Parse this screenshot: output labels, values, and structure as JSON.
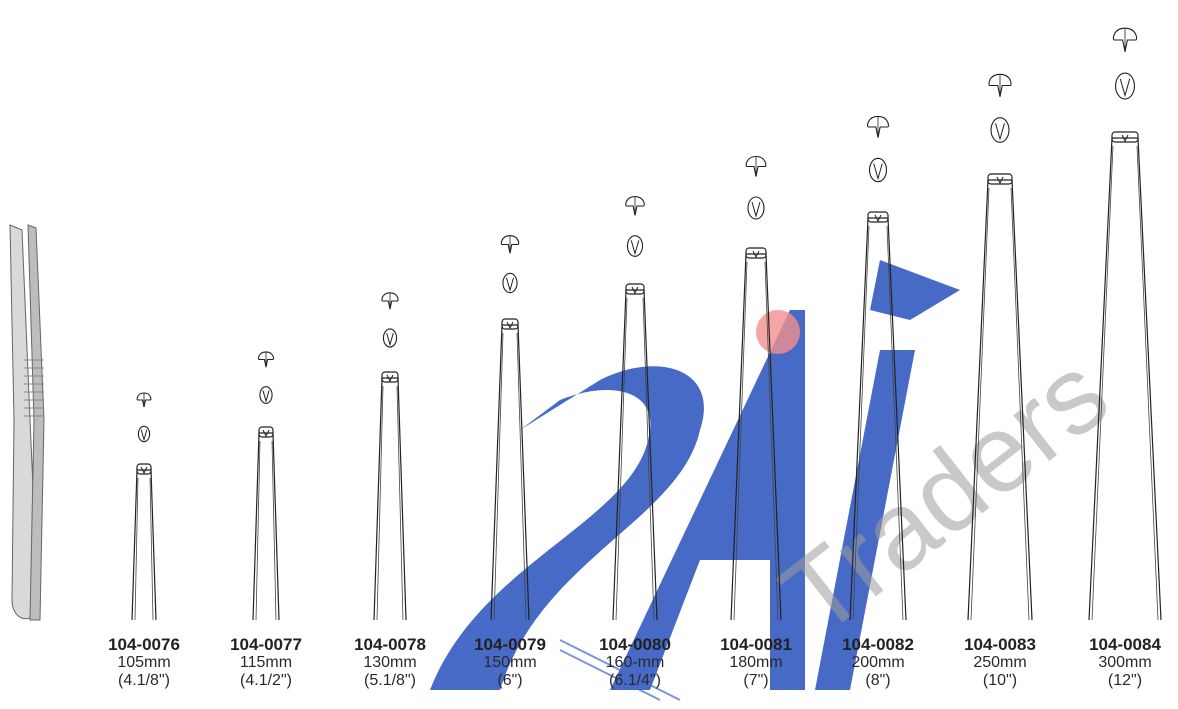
{
  "watermark": {
    "brand": "SAIF",
    "subtitle": "Traders",
    "color_blue": "#3e63c4",
    "color_gray": "#9c9c9c",
    "dot_color": "#f08a8a"
  },
  "products": [
    {
      "code": "104-0076",
      "mm": "105mm",
      "inch": "(4.1/8\")"
    },
    {
      "code": "104-0077",
      "mm": "115mm",
      "inch": "(4.1/2\")"
    },
    {
      "code": "104-0078",
      "mm": "130mm",
      "inch": "(5.1/8\")"
    },
    {
      "code": "104-0079",
      "mm": "150mm",
      "inch": "(6\")"
    },
    {
      "code": "104-0080",
      "mm": "160-mm",
      "inch": "(6.1/4\")"
    },
    {
      "code": "104-0081",
      "mm": "180mm",
      "inch": "(7\")"
    },
    {
      "code": "104-0082",
      "mm": "200mm",
      "inch": "(8\")"
    },
    {
      "code": "104-0083",
      "mm": "250mm",
      "inch": "(10\")"
    },
    {
      "code": "104-0084",
      "mm": "300mm",
      "inch": "(12\")"
    }
  ]
}
